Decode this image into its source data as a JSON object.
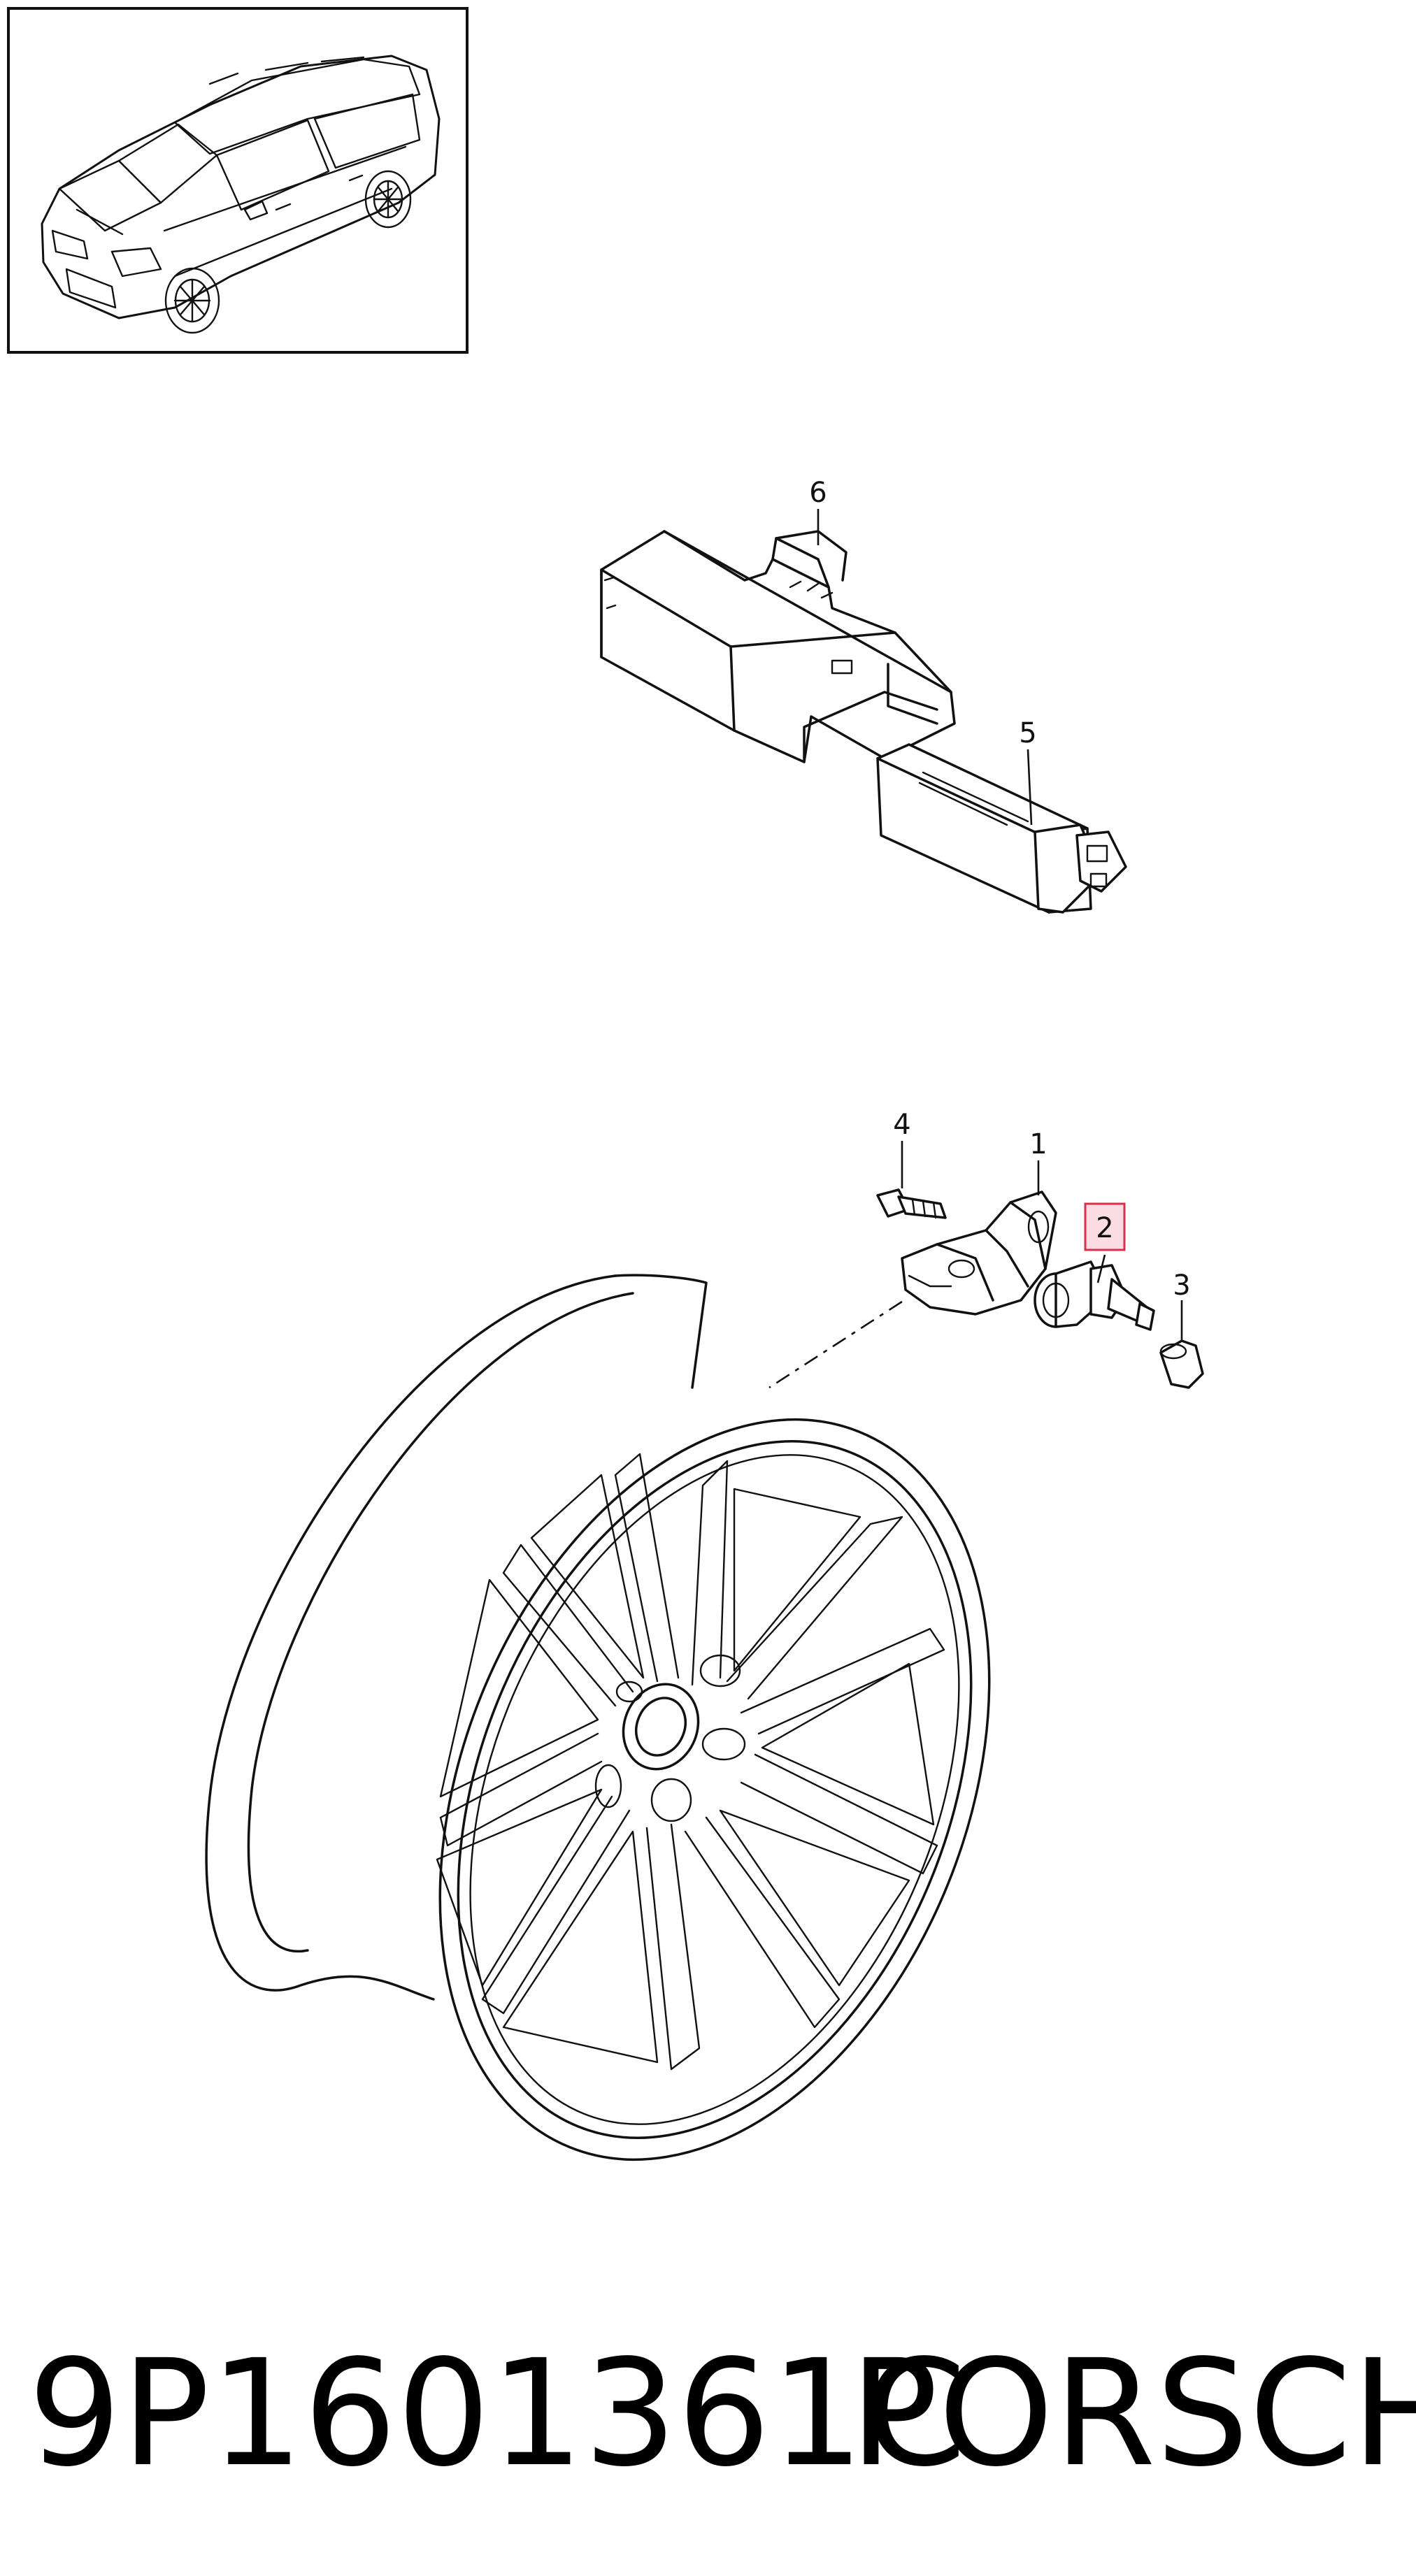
{
  "callouts": [
    {
      "id": "1",
      "label": "1"
    },
    {
      "id": "2",
      "label": "2",
      "highlighted": true
    },
    {
      "id": "3",
      "label": "3"
    },
    {
      "id": "4",
      "label": "4"
    },
    {
      "id": "5",
      "label": "5"
    },
    {
      "id": "6",
      "label": "6"
    }
  ],
  "footer": {
    "part_number": "9P1601361C",
    "brand": "PORSCHE"
  },
  "colors": {
    "highlight_fill": "#fbdde3",
    "highlight_stroke": "#d9304c",
    "line": "#111111"
  },
  "icons": {
    "thumbnail": "suv-vehicle-icon",
    "wheel": "alloy-wheel-icon"
  }
}
